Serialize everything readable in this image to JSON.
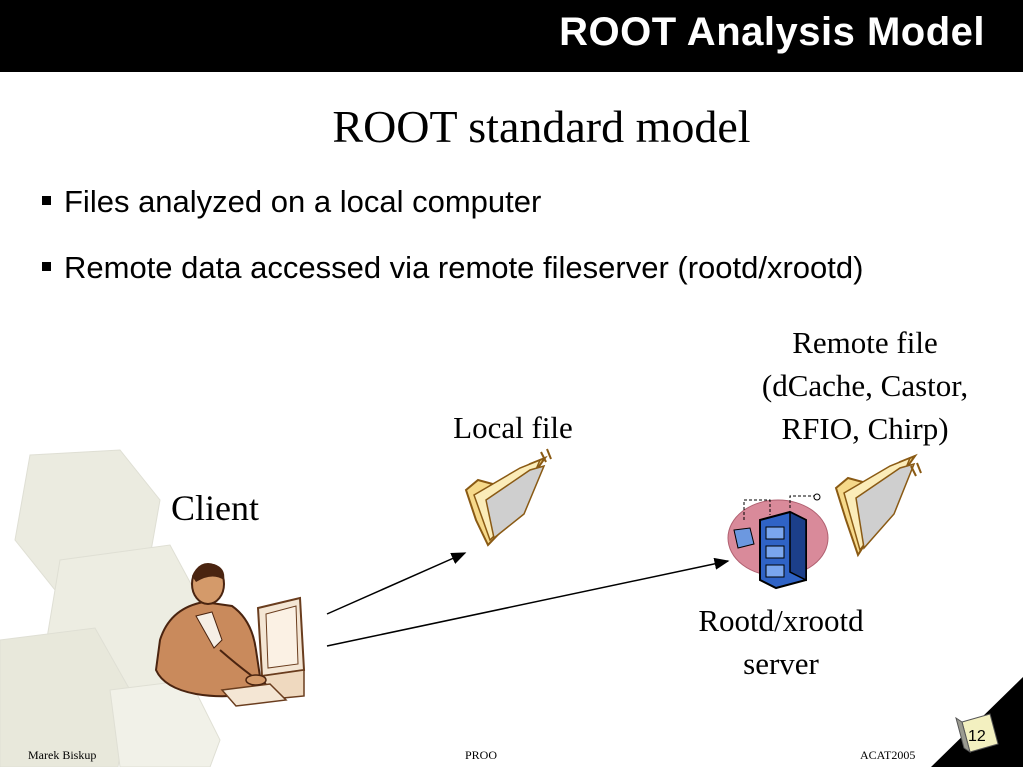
{
  "header": {
    "title": "ROOT Analysis Model"
  },
  "slide": {
    "subtitle": "ROOT standard model",
    "bullets": [
      "Files analyzed on a local computer",
      "Remote data accessed via remote fileserver (rootd/xrootd)"
    ]
  },
  "diagram": {
    "client_label": "Client",
    "local_file_label": "Local file",
    "remote_file_label_1": "Remote file",
    "remote_file_label_2": "(dCache, Castor,",
    "remote_file_label_3": "RFIO, Chirp)",
    "server_label_1": "Rootd/xrootd",
    "server_label_2": "server"
  },
  "footer": {
    "author": "Marek Biskup",
    "center": "PROO",
    "conference": "ACAT2005",
    "page_number": "12"
  },
  "colors": {
    "header_bg": "#000000",
    "header_text": "#ffffff",
    "folder_fill": "#f6d98a",
    "folder_outline": "#8a5a14",
    "server_halo": "#d98a9a",
    "cabinet_blue": "#2f63c6",
    "skin": "#c98a5c"
  }
}
